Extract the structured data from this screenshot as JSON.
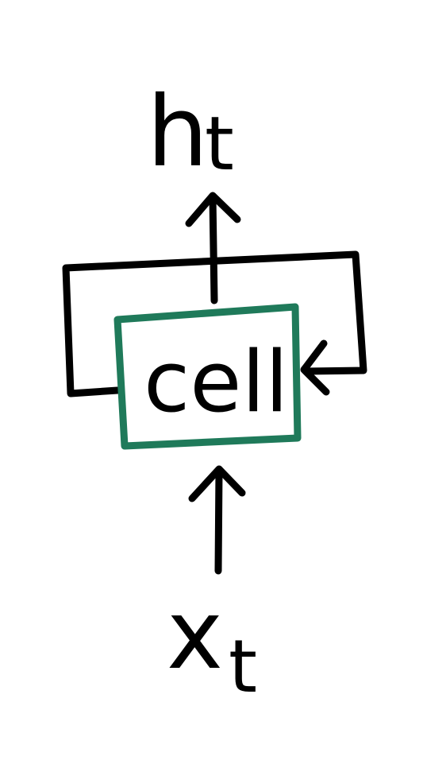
{
  "diagram": {
    "output_label": "h",
    "output_subscript": "t",
    "input_label": "x",
    "input_subscript": "t",
    "cell_label": "cell"
  },
  "colors": {
    "ink": "#000000",
    "cell_border": "#1f7a5a",
    "background": "#ffffff"
  }
}
